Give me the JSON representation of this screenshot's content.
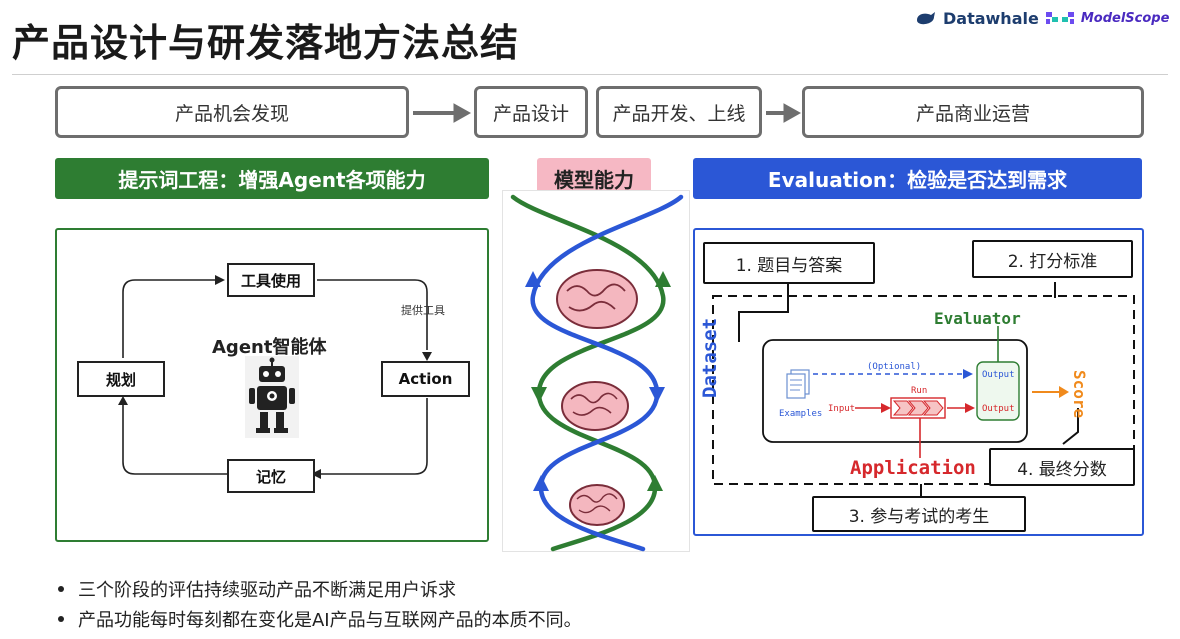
{
  "title": "产品设计与研发落地方法总结",
  "logos": {
    "datawhale": "Datawhale",
    "modelscope": "ModelScope"
  },
  "stages": [
    "产品机会发现",
    "产品设计",
    "产品开发、上线",
    "产品商业运营"
  ],
  "headers": {
    "left": "提示词工程：增强Agent各项能力",
    "middle": "模型能力",
    "right": "Evaluation：检验是否达到需求"
  },
  "colors": {
    "green": "#2e7d32",
    "pink": "#f6b8c4",
    "blue": "#2b57d6",
    "orange": "#f08a1c",
    "red": "#d6282c"
  },
  "agent_loop": {
    "center_label": "Agent智能体",
    "nodes": {
      "tools": "工具使用",
      "action": "Action",
      "memory": "记忆",
      "plan": "规划"
    },
    "edge_label": "提供工具"
  },
  "evaluation": {
    "boxes": [
      "1. 题目与答案",
      "2. 打分标准",
      "3. 参与考试的考生",
      "4. 最终分数"
    ],
    "dataset": "Dataset",
    "evaluator": "Evaluator",
    "score": "Score",
    "application": "Application",
    "examples": "Examples",
    "input": "Input",
    "run": "Run",
    "optional": "(Optional)",
    "output": "Output"
  },
  "bullets": [
    "三个阶段的评估持续驱动产品不断满足用户诉求",
    "产品功能每时每刻都在变化是AI产品与互联网产品的本质不同。"
  ]
}
